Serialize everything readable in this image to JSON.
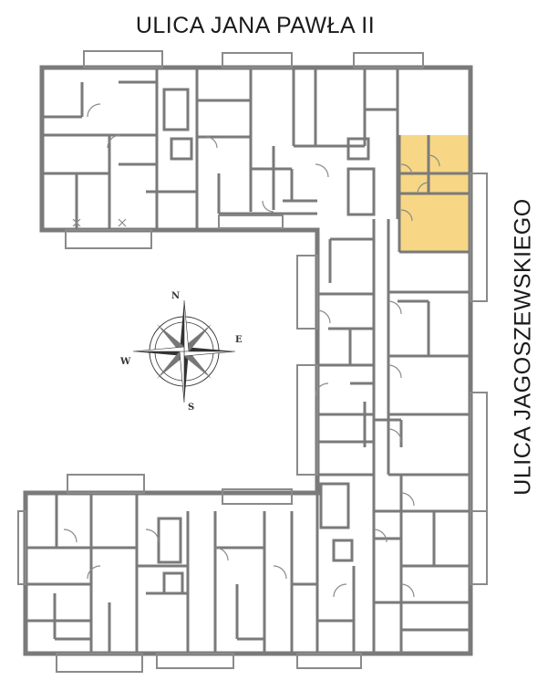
{
  "streets": {
    "top": "ULICA  JANA PAWŁA II",
    "right": "ULICA  JAGOSZEWSKIEGO"
  },
  "compass": {
    "n": "N",
    "e": "E",
    "s": "S",
    "w": "W"
  },
  "colors": {
    "wall": "#7a7a7a",
    "highlight": "#f7d785",
    "background": "#ffffff",
    "text": "#1a1a1a"
  },
  "highlighted_unit": "selected-apartment"
}
